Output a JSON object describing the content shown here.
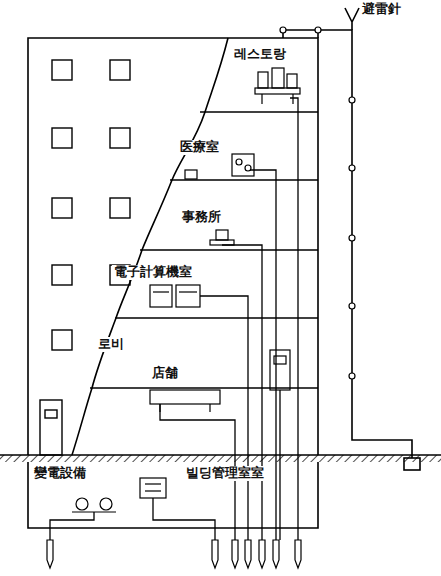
{
  "diagram": {
    "labels": [
      "避雷針",
      "레스토랑",
      "医療室",
      "事務所",
      "電子計算機室",
      "로비",
      "店舗",
      "빌딩管理室室",
      "變電設備"
    ]
  }
}
